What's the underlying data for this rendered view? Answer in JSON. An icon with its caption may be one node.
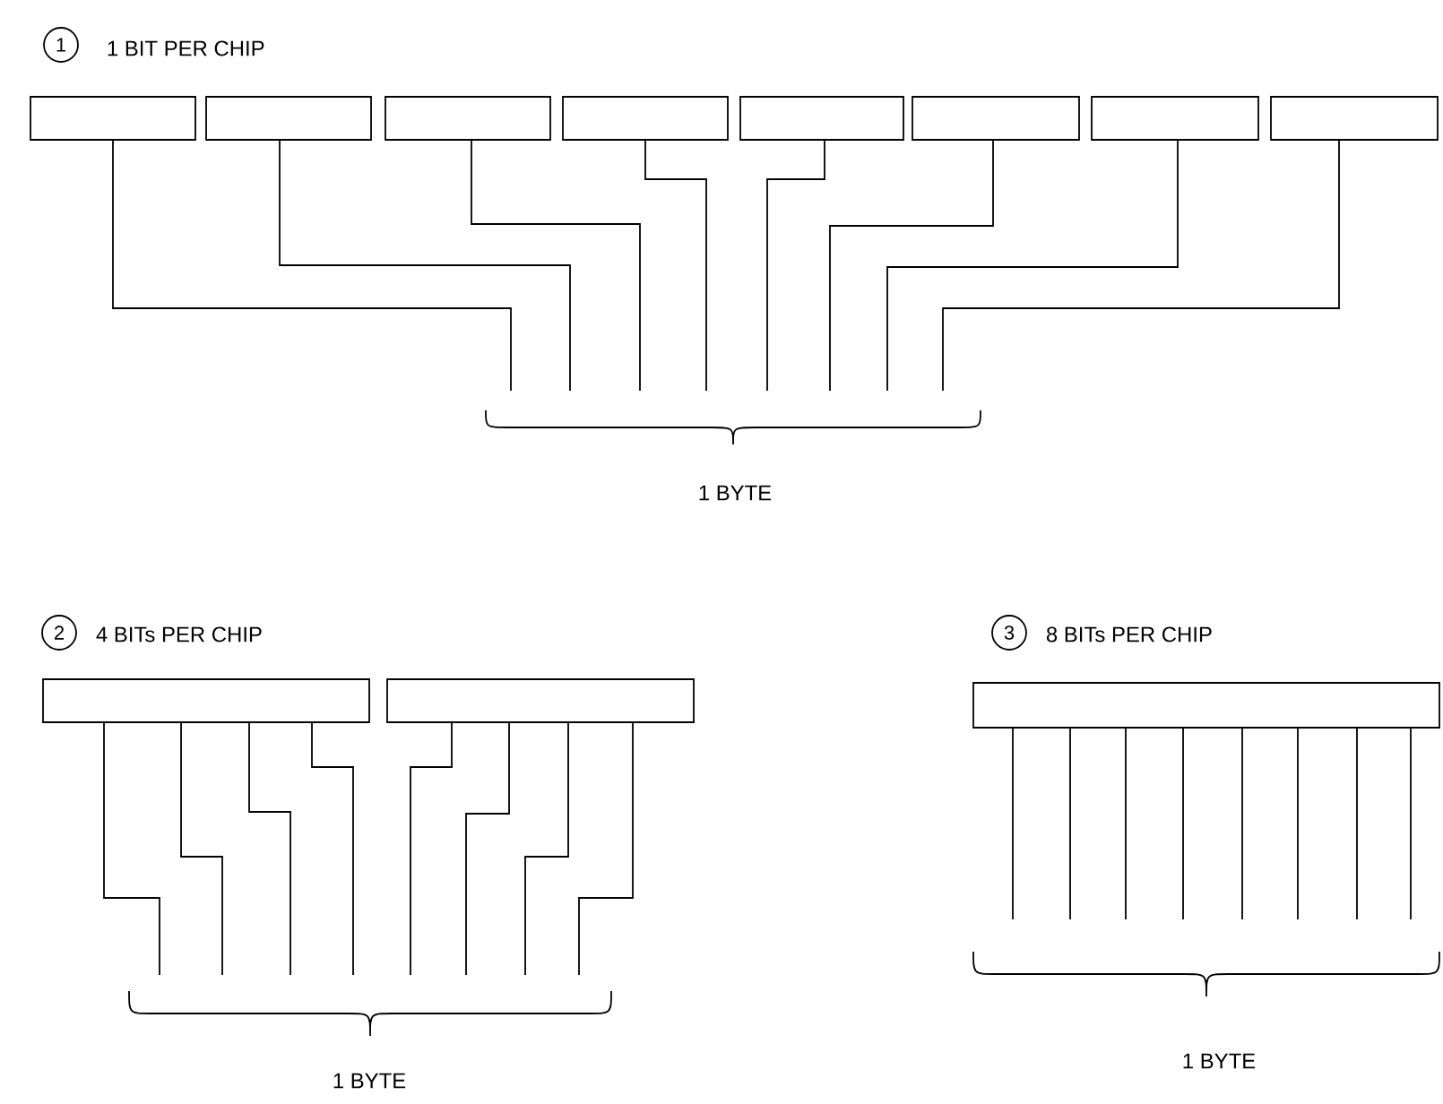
{
  "diagram": {
    "nodes": [
      {
        "text": [],
        "shape": "box"
      },
      {
        "text": [],
        "shape": "box"
      },
      {
        "text": [],
        "shape": "box"
      },
      {
        "text": [],
        "shape": "box"
      },
      {
        "text": [],
        "shape": "box"
      },
      {
        "text": [],
        "shape": "box"
      },
      {
        "text": [],
        "shape": "box"
      },
      {
        "text": [],
        "shape": "box"
      },
      {
        "text": [],
        "shape": "box"
      },
      {
        "text": [],
        "shape": "box"
      },
      {
        "text": [],
        "shape": "box"
      }
    ],
    "edges": [
      {
        "from": 0,
        "to": null,
        "arrow": "none"
      },
      {
        "from": 1,
        "to": null,
        "arrow": "none"
      },
      {
        "from": 2,
        "to": null,
        "arrow": "none"
      },
      {
        "from": 3,
        "to": null,
        "arrow": "none"
      },
      {
        "from": 4,
        "to": null,
        "arrow": "none"
      },
      {
        "from": 5,
        "to": null,
        "arrow": "none"
      },
      {
        "from": 6,
        "to": null,
        "arrow": "none"
      },
      {
        "from": 7,
        "to": null,
        "arrow": "none"
      },
      {
        "from": 8,
        "to": null,
        "arrow": "none"
      },
      {
        "from": 8,
        "to": null,
        "arrow": "none"
      },
      {
        "from": 8,
        "to": null,
        "arrow": "none"
      },
      {
        "from": 8,
        "to": null,
        "arrow": "none"
      },
      {
        "from": 9,
        "to": null,
        "arrow": "none"
      },
      {
        "from": 9,
        "to": null,
        "arrow": "none"
      },
      {
        "from": 9,
        "to": null,
        "arrow": "none"
      },
      {
        "from": 9,
        "to": null,
        "arrow": "none"
      },
      {
        "from": 10,
        "to": null,
        "arrow": "none"
      },
      {
        "from": 10,
        "to": null,
        "arrow": "none"
      },
      {
        "from": 10,
        "to": null,
        "arrow": "none"
      },
      {
        "from": 10,
        "to": null,
        "arrow": "none"
      },
      {
        "from": 10,
        "to": null,
        "arrow": "none"
      },
      {
        "from": 10,
        "to": null,
        "arrow": "none"
      },
      {
        "from": 10,
        "to": null,
        "arrow": "none"
      },
      {
        "from": 10,
        "to": null,
        "arrow": "none"
      }
    ],
    "labels": [
      "1",
      "1 BIT PER CHIP",
      "1 BYTE",
      "2",
      "4 BITs PER CHIP",
      "1 BYTE",
      "3",
      "8 BITs PER CHIP",
      "1 BYTE"
    ]
  }
}
